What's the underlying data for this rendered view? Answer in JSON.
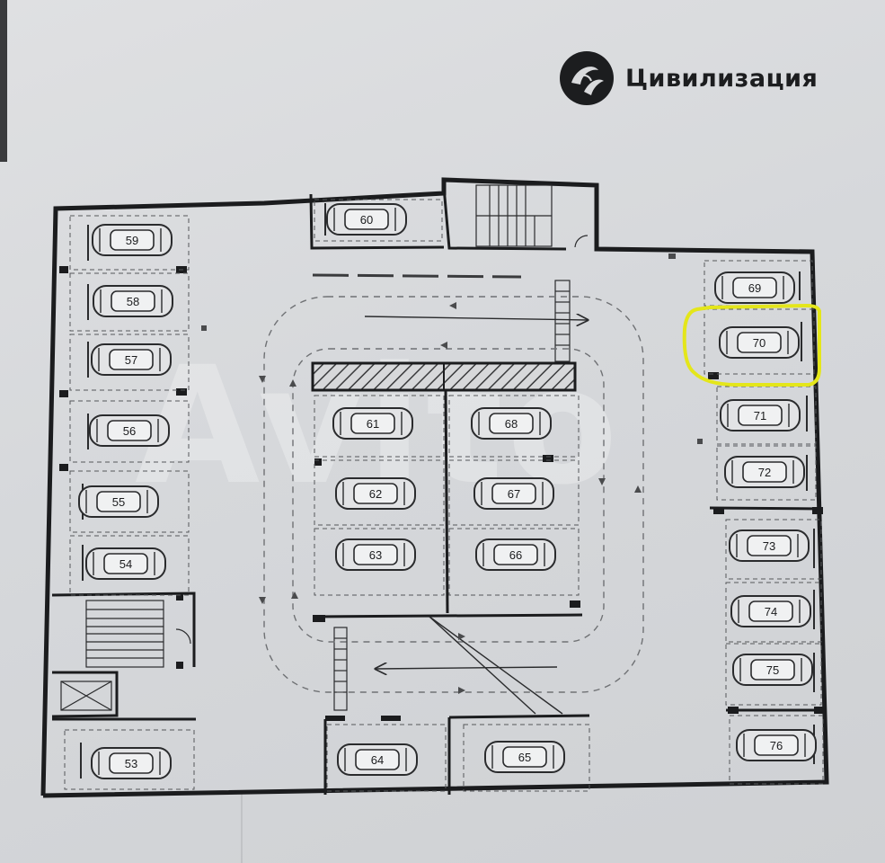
{
  "brand": {
    "name": "Цивилизация"
  },
  "watermark": "Avito",
  "colors": {
    "wall": "#1b1c1e",
    "line": "#2a2b2d",
    "dashed": "#6f7174",
    "highlight": "#e4e61a"
  },
  "highlighted_space": "70",
  "parking_spaces": [
    {
      "number": "53"
    },
    {
      "number": "54"
    },
    {
      "number": "55"
    },
    {
      "number": "56"
    },
    {
      "number": "57"
    },
    {
      "number": "58"
    },
    {
      "number": "59"
    },
    {
      "number": "60"
    },
    {
      "number": "61"
    },
    {
      "number": "62"
    },
    {
      "number": "63"
    },
    {
      "number": "64"
    },
    {
      "number": "65"
    },
    {
      "number": "66"
    },
    {
      "number": "67"
    },
    {
      "number": "68"
    },
    {
      "number": "69"
    },
    {
      "number": "70"
    },
    {
      "number": "71"
    },
    {
      "number": "72"
    },
    {
      "number": "73"
    },
    {
      "number": "74"
    },
    {
      "number": "75"
    },
    {
      "number": "76"
    }
  ]
}
